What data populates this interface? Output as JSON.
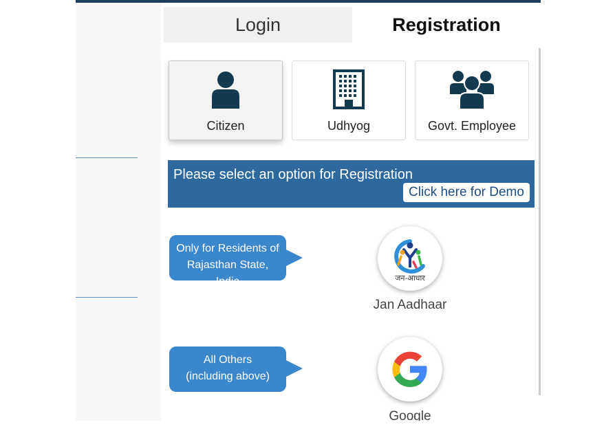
{
  "tabs": {
    "login": "Login",
    "registration": "Registration"
  },
  "user_types": [
    {
      "label": "Citizen",
      "icon": "user-icon",
      "selected": true
    },
    {
      "label": "Udhyog",
      "icon": "building-icon",
      "selected": false
    },
    {
      "label": "Govt. Employee",
      "icon": "users-group-icon",
      "selected": false
    }
  ],
  "banner": {
    "text": "Please select an option for Registration",
    "demo_button": "Click here for Demo"
  },
  "options": [
    {
      "note_lines": [
        "Only for Residents of",
        "Rajasthan State,",
        "India"
      ],
      "provider": "Jan Aadhaar",
      "logo_text": "जन-आधार",
      "icon": "jan-aadhaar-logo"
    },
    {
      "note_lines": [
        "All Others",
        "(including above)"
      ],
      "provider": "Google",
      "icon": "google-logo"
    }
  ],
  "colors": {
    "banner": "#2f689f",
    "bubble": "#3a87cc",
    "icon_dark": "#143a52",
    "top_bar": "#1d3d5c"
  }
}
